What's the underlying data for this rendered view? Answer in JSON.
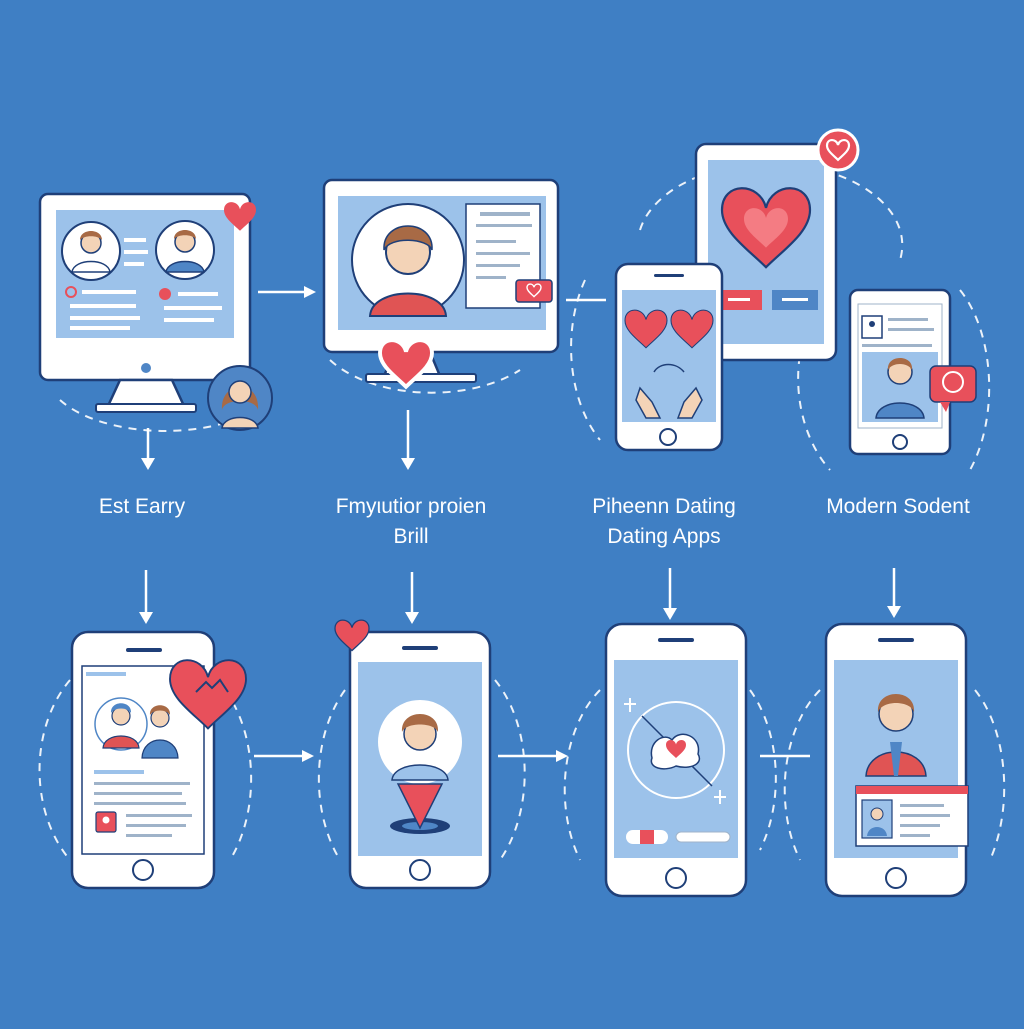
{
  "palette": {
    "background": "#3f7fc4",
    "outline": "#1f3f78",
    "screen": "#9cc2ea",
    "heart": "#e8505b",
    "heart_light": "#f47c83",
    "skin": "#f3d3b7",
    "hair": "#a86a45",
    "shirt_red": "#e05454",
    "shirt_blue": "#4f86c6",
    "white": "#ffffff",
    "line_gray": "#9fb3c9"
  },
  "stages": [
    {
      "label_lines": [
        "Est Earry"
      ]
    },
    {
      "label_lines": [
        "Fmyιutior proien",
        "Brill"
      ]
    },
    {
      "label_lines": [
        "Piheenn Dating",
        "Dating Apps"
      ]
    },
    {
      "label_lines": [
        "Modern Sodent"
      ]
    }
  ],
  "icons": {
    "desktop_matching": "desktop-matching-icon",
    "desktop_profile": "desktop-profile-icon",
    "tablet_heart": "tablet-heart-icon",
    "phone_swipe": "phone-swipe-icon",
    "phone_profile_modern": "phone-profile-icon",
    "phone_list": "phone-list-icon",
    "phone_location": "phone-location-pin-icon",
    "phone_match": "phone-match-icon",
    "phone_video": "phone-video-profile-icon",
    "heart": "heart-icon",
    "arrow": "arrow-icon",
    "chat_bubble": "chat-bubble-icon"
  }
}
